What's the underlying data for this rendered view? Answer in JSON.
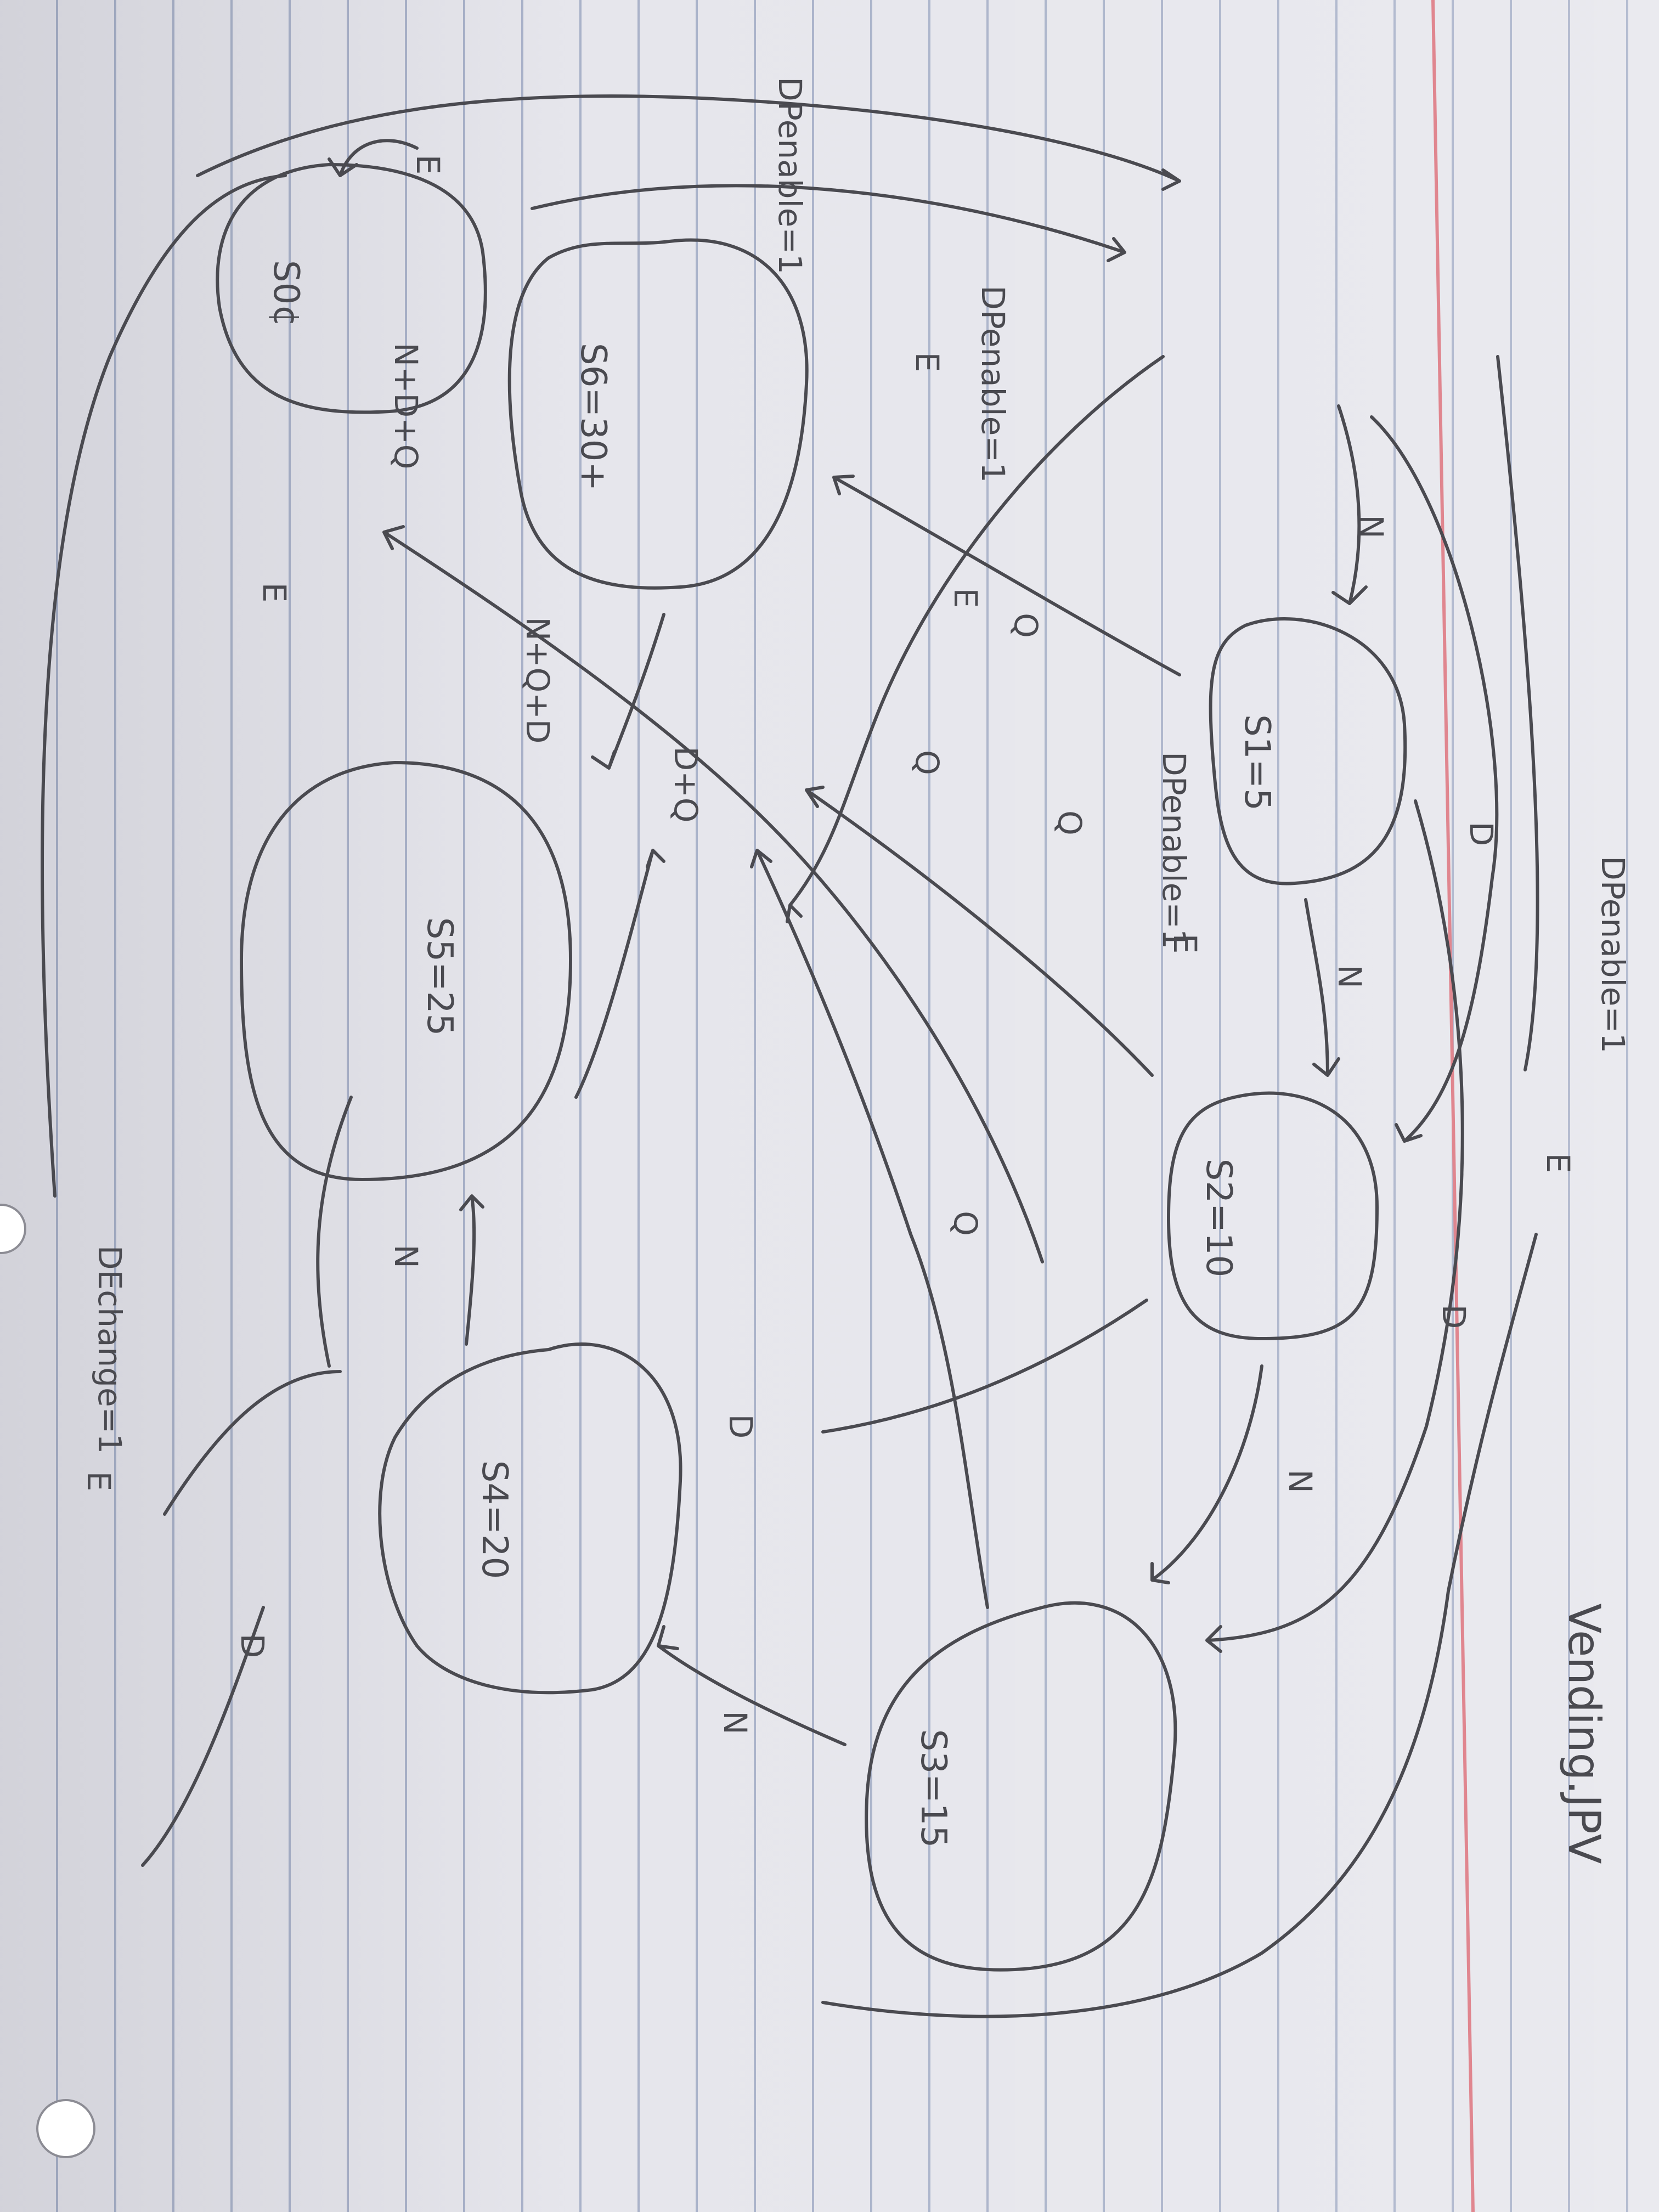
{
  "page_title": "Vending.JPV",
  "states": {
    "s0": "S0¢",
    "s5": "S1=5",
    "s10": "S2=10",
    "s15": "S3=15",
    "s20": "S4=20",
    "s25": "S5=25",
    "s30": "S6=30+"
  },
  "edges": {
    "n": "N",
    "n2": "N",
    "n3": "N",
    "n4": "N",
    "n5": "N",
    "e_top": "E",
    "e_left": "E",
    "e_mid": "E",
    "e_s30": "E",
    "e_s5": "E",
    "e_bottom": "E",
    "e_right": "E",
    "d1": "D",
    "d2": "D",
    "d3": "D",
    "d4": "D",
    "d_q": "D+Q",
    "q1": "Q",
    "q2": "Q",
    "q3": "Q",
    "q4": "Q",
    "n_dq": "N+D+Q",
    "n_q_d": "N+Q+D",
    "dpenable_top": "DPenable=1",
    "dpenable_mid": "DPenable=1",
    "dpenable_s5": "DPenable=1",
    "dpenable_s30": "DPenable=1",
    "dechange": "DEchange=1"
  },
  "colors": {
    "paper": "#e6e6ec",
    "pencil": "#4a4a50",
    "rule_line": "#a9b2c9",
    "margin_line": "#e0868f"
  }
}
